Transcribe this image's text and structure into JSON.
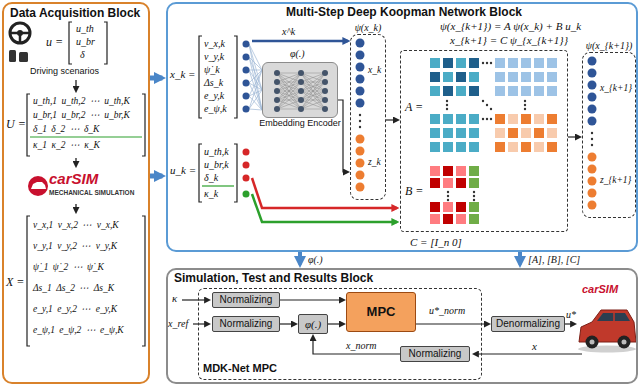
{
  "diagram": {
    "nodes": [
      {
        "text": [
          "Data Acquisition Block"
        ]
      },
      {
        "text": [
          "carSIM",
          "MECHANICAL SIMULATION"
        ],
        "in": 0
      },
      {
        "text": [
          "Multi-Step Deep Koopman Network Block"
        ]
      },
      {
        "text": [
          "Embedding Encoder"
        ],
        "in": 2
      },
      {
        "text": [
          "ψ(x_k)",
          "x_k",
          "z_k"
        ],
        "in": 2
      },
      {
        "text": [
          "A =",
          "B ="
        ],
        "in": 2
      },
      {
        "text": [
          "ψ(x_{k+1})",
          "x_{k+1}",
          "z_{k+1}"
        ],
        "in": 2
      },
      {
        "text": [
          "Simulation, Test and Results Block"
        ]
      },
      {
        "text": [
          "MDK-Net MPC"
        ],
        "in": 7
      },
      {
        "text": [
          "Normalizing"
        ],
        "in": 8
      },
      {
        "text": [
          "Normalizing"
        ],
        "in": 8
      },
      {
        "text": [
          "φ(.)"
        ],
        "in": 8
      },
      {
        "text": [
          "MPC"
        ],
        "in": 8
      },
      {
        "text": [
          "Normalizing"
        ],
        "in": 8
      },
      {
        "text": [
          "Denormalizing"
        ],
        "in": 7
      }
    ],
    "edges": [
      {
        "from": 0,
        "to": 2,
        "arrow": "to"
      },
      {
        "from": 0,
        "to": 2,
        "arrow": "to"
      },
      {
        "from": 3,
        "to": 4,
        "arrow": "to"
      },
      {
        "from": 4,
        "to": 5,
        "arrow": "to"
      },
      {
        "from": 5,
        "to": 6,
        "arrow": "to"
      },
      {
        "from": 2,
        "to": 7,
        "label": "φ(.)",
        "arrow": "to"
      },
      {
        "from": 2,
        "to": 7,
        "label": "[A], [B], [C]",
        "arrow": "to"
      },
      {
        "from": 9,
        "to": 12,
        "arrow": "to"
      },
      {
        "from": 10,
        "to": 11,
        "arrow": "to"
      },
      {
        "from": 11,
        "to": 12,
        "arrow": "to"
      },
      {
        "from": 12,
        "to": 14,
        "label": "u*_norm",
        "arrow": "to"
      },
      {
        "from": 13,
        "to": 11,
        "label": "x_norm",
        "arrow": "to"
      }
    ],
    "labels": [
      "u =",
      "u_th",
      "u_br",
      "δ",
      "Driving scenarios",
      "U =",
      "u_th,1 u_th,2 ⋯ u_th,K",
      "u_br,1 u_br,2 ⋯ u_br,K",
      "δ_1 δ_2 ⋯ δ_K",
      "κ_1 κ_2 ⋯ κ_K",
      "X =",
      "v_x,1 v_x,2 ⋯ v_x,K",
      "v_y,1 v_y,2 ⋯ v_y,K",
      "ψ̇_1 ψ̇_2 ⋯ ψ̇_K",
      "Δs_1 Δs_2 ⋯ Δs_K",
      "e_y,1 e_y,2 ⋯ e_y,K",
      "e_ψ,1 e_ψ,2 ⋯ e_ψ,K",
      "x_k =",
      "v_x,k",
      "v_y,k",
      "ψ̇_k",
      "Δs_k",
      "e_y,k",
      "e_ψ,k",
      "u_k =",
      "u_th,k",
      "u_br,k",
      "δ_k",
      "κ_k",
      "x^k",
      "φ(.)",
      "ψ(x_{k+1}) = A ψ(x_k) + B u_k",
      "x_{k+1} = C ψ_{x_{k+1}}",
      "C = [I_n 0]",
      "κ",
      "x_ref",
      "u*",
      "x",
      "carSIM"
    ]
  }
}
